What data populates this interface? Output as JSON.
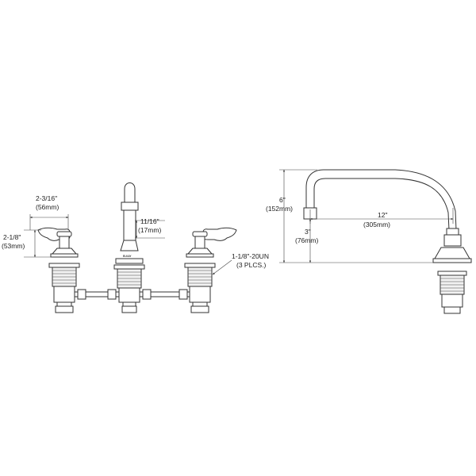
{
  "dimensions": {
    "handle_width": {
      "imperial": "2-3/16\"",
      "metric": "(56mm)"
    },
    "handle_height": {
      "imperial": "2-1/8\"",
      "metric": "(53mm)"
    },
    "spout_diameter": {
      "imperial": "11/16\"",
      "metric": "(17mm)"
    },
    "shank_thread": {
      "spec": "1-1/8\"-20UN",
      "note": "(3 PLCS.)"
    },
    "spout_height": {
      "imperial": "6\"",
      "metric": "(152mm)"
    },
    "spout_reach": {
      "imperial": "12\"",
      "metric": "(305mm)"
    },
    "spout_drop": {
      "imperial": "3\"",
      "metric": "(76mm)"
    }
  },
  "branding": {
    "logo_text": "ELKAY"
  }
}
